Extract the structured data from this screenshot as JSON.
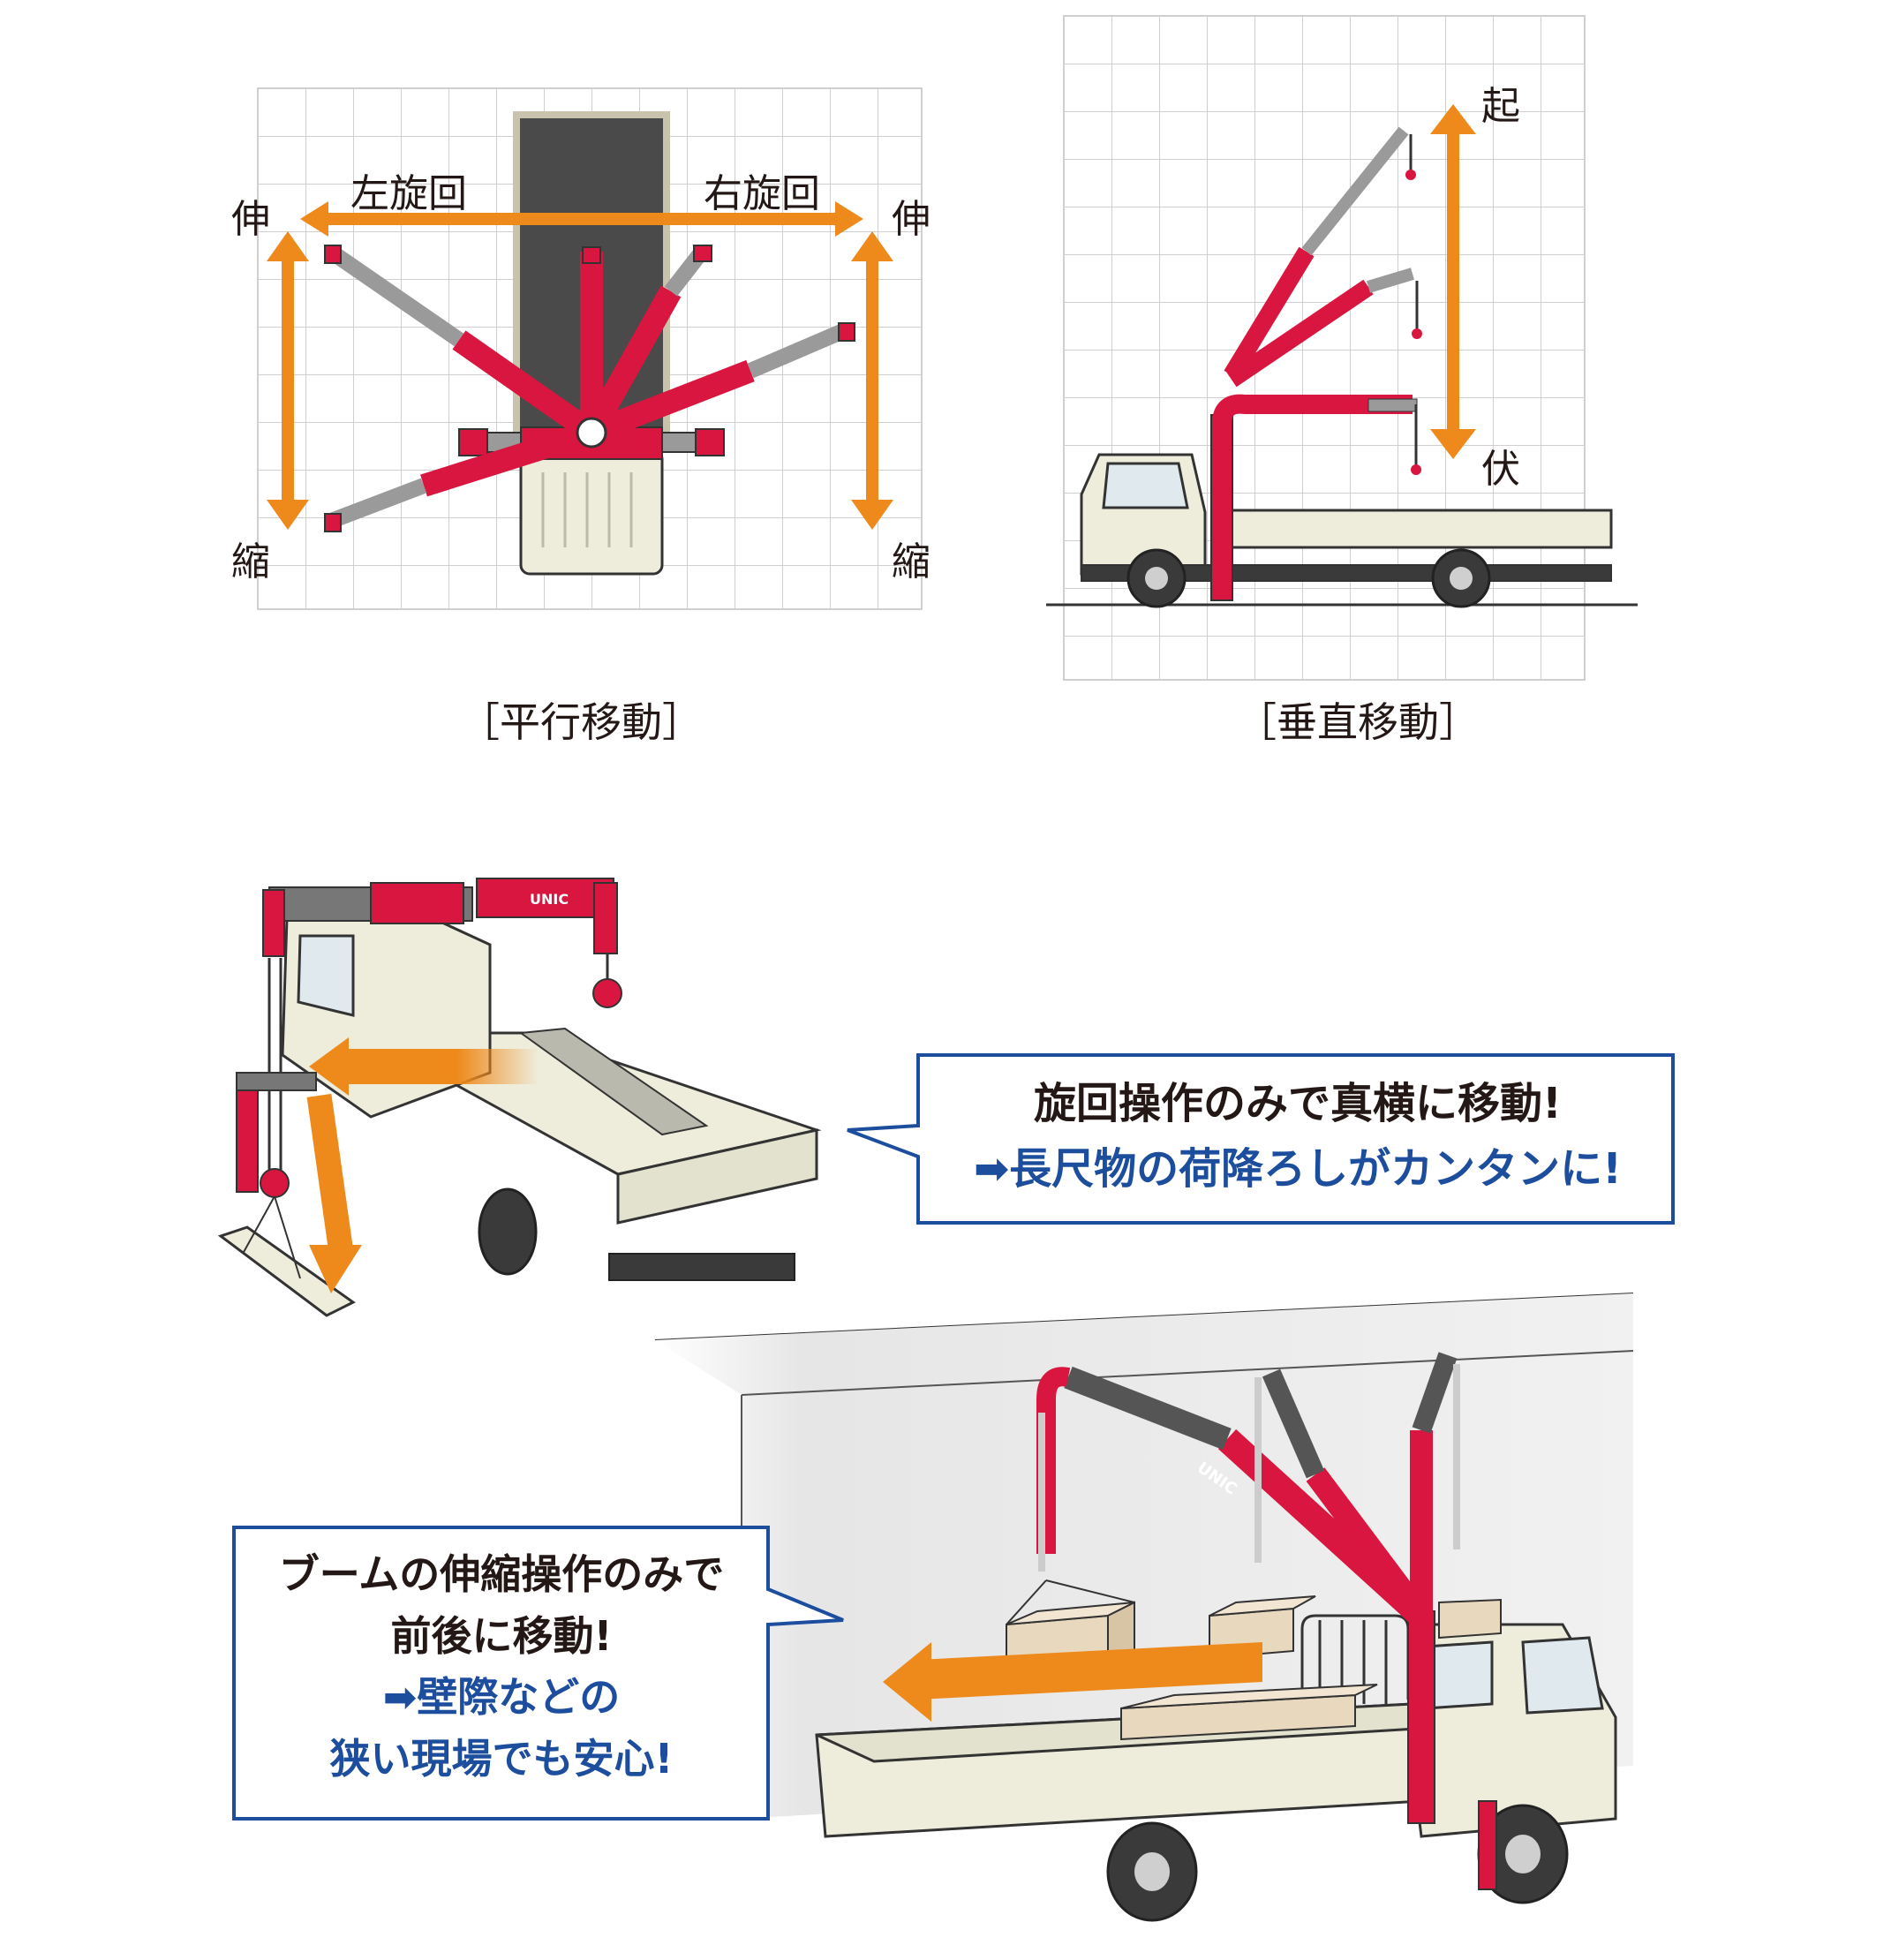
{
  "horizontal_diagram": {
    "left_rotate": "左旋回",
    "right_rotate": "右旋回",
    "extend_left": "伸",
    "extend_right": "伸",
    "retract_left": "縮",
    "retract_right": "縮",
    "caption": "［平行移動］"
  },
  "vertical_diagram": {
    "raise": "起",
    "lower": "伏",
    "caption": "［垂直移動］"
  },
  "boom_brand": "UNIC",
  "callout_top": {
    "line1": "旋回操作のみで真横に移動!",
    "line2": "➡長尺物の荷降ろしがカンタンに!"
  },
  "callout_bottom": {
    "line1": "ブームの伸縮操作のみで",
    "line2": "前後に移動!",
    "line3": "➡壁際などの",
    "line4": "狭い現場でも安心!"
  },
  "colors": {
    "orange": "#ee8a1c",
    "crane_red": "#d9163f",
    "grid": "#cfcfcf",
    "callout_border": "#1d4e9e"
  }
}
